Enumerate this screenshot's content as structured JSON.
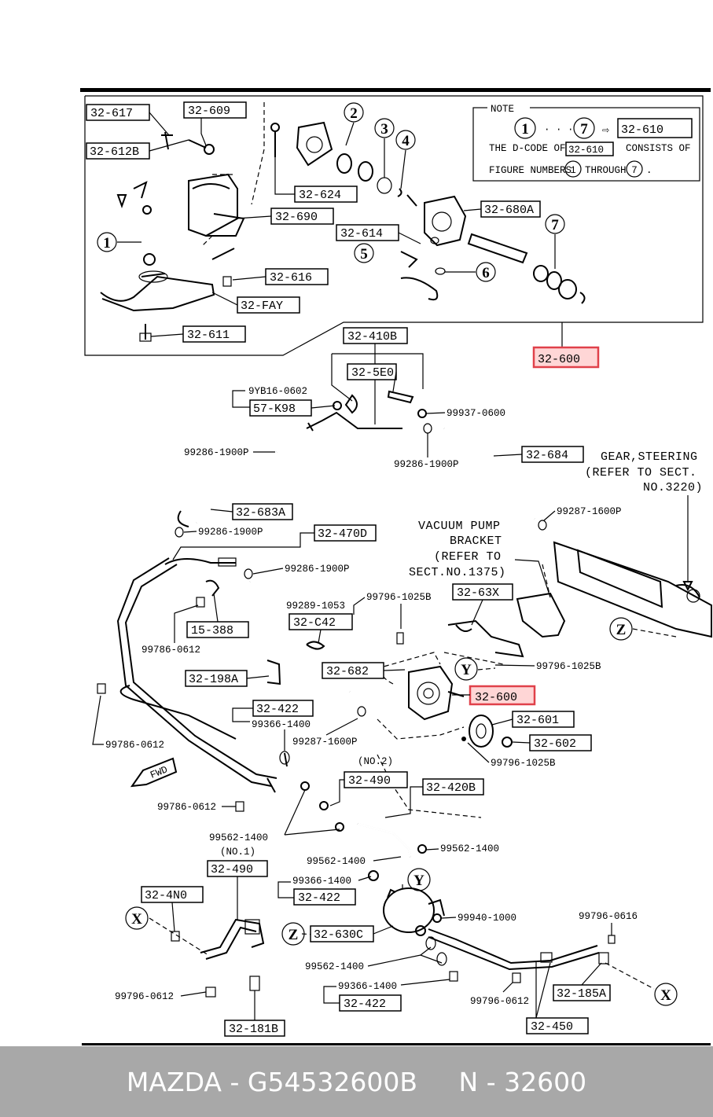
{
  "note": {
    "heading": "NOTE",
    "range_from": "1",
    "range_to": "7",
    "dots": "· · ·",
    "arrow": "⇨",
    "result_code": "32-610",
    "line2_pre": "THE D-CODE OF",
    "line2_code": "32-610",
    "line2_post": "CONSISTS OF",
    "line3_pre": "FIGURE NUMBERS",
    "line3_a": "1",
    "line3_mid": "THROUGH",
    "line3_b": "7",
    "line3_end": "."
  },
  "callouts": {
    "c1": "1",
    "c2": "2",
    "c3": "3",
    "c4": "4",
    "c5": "5",
    "c6": "6",
    "c7": "7",
    "x1": "X",
    "x2": "X",
    "y1": "Y",
    "y2": "Y",
    "z1": "Z",
    "z2": "Z"
  },
  "labels": {
    "p32_617": "32-617",
    "p32_609": "32-609",
    "p32_612b": "32-612B",
    "p32_624": "32-624",
    "p32_690": "32-690",
    "p32_680a": "32-680A",
    "p32_614": "32-614",
    "p32_616": "32-616",
    "p32_fay": "32-FAY",
    "p32_611": "32-611",
    "p32_600_top": "32-600",
    "p32_410b": "32-410B",
    "p32_5e0": "32-5E0",
    "p9yb16": "9YB16-0602",
    "p57_k98": "57-K98",
    "p99937": "99937-0600",
    "p99286_a": "99286-1900P",
    "p99286_b": "99286-1900P",
    "p32_684": "32-684",
    "p99287_a": "99287-1600P",
    "p32_683a": "32-683A",
    "p99286_c": "99286-1900P",
    "p32_470d": "32-470D",
    "p99286_d": "99286-1900P",
    "p99289": "99289-1053",
    "p99796_1025b_a": "99796-1025B",
    "p32_c42": "32-C42",
    "p32_63x": "32-63X",
    "p15_388": "15-388",
    "p99786_a": "99786-0612",
    "p99796_1025b_b": "99796-1025B",
    "p32_682": "32-682",
    "p32_198a": "32-198A",
    "p32_600_main": "32-600",
    "p32_601": "32-601",
    "p32_422_a": "32-422",
    "p99366_a": "99366-1400",
    "p99287_b": "99287-1600P",
    "p32_602": "32-602",
    "p99796_1025b_c": "99796-1025B",
    "p99786_b": "99786-0612",
    "fwd": "FWD",
    "no2": "(NO.2)",
    "p32_490_a": "32-490",
    "p32_420b": "32-420B",
    "p99786_c": "99786-0612",
    "p99562_a": "99562-1400",
    "no1": "(NO.1)",
    "p99562_b": "99562-1400",
    "p99562_c": "99562-1400",
    "p32_490_b": "32-490",
    "p99366_b": "99366-1400",
    "p32_4n0": "32-4N0",
    "p32_422_b": "32-422",
    "p99940": "99940-1000",
    "p99796_0616": "99796-0616",
    "p32_630c": "32-630C",
    "p99562_d": "99562-1400",
    "p99366_c": "99366-1400",
    "p99796_0612_a": "99796-0612",
    "p32_422_c": "32-422",
    "p99796_0612_b": "99796-0612",
    "p32_185a": "32-185A",
    "p32_181b": "32-181B",
    "p32_450": "32-450",
    "gear_1": "GEAR,STEERING",
    "gear_2": "(REFER TO SECT.",
    "gear_3": "NO.3220)",
    "vac_1": "VACUUM PUMP",
    "vac_2": "BRACKET",
    "vac_3": "(REFER TO",
    "vac_4": "SECT.NO.1375)"
  },
  "colors": {
    "highlight_stroke": "#e0414a",
    "highlight_fill": "#ffd6d6",
    "footer_bg": "#a8a8a8"
  },
  "footer": {
    "brand": "MAZDA",
    "sep1": " - ",
    "part_number": "G54532600B",
    "gap": "     ",
    "code_prefix": "N",
    "sep2": " - ",
    "code": "32600"
  }
}
